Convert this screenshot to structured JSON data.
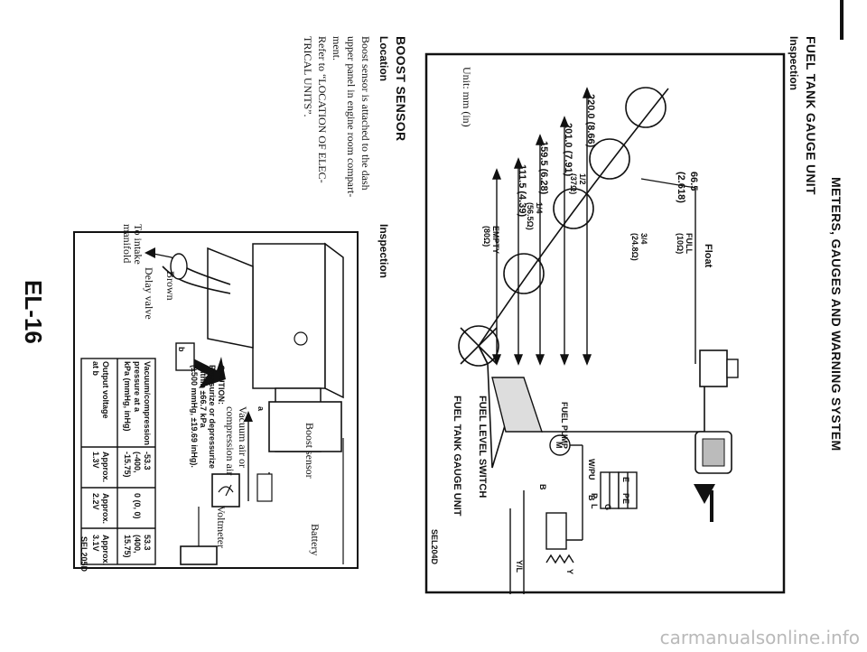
{
  "header": {
    "title": "METERS, GAUGES AND WARNING SYSTEM",
    "section": "FUEL TANK GAUGE UNIT",
    "subsection": "Inspection"
  },
  "fuel_diagram": {
    "unit_label": "Unit: mm (in)",
    "dims": [
      "220.0 (8.66)",
      "201.0 (7.91)",
      "159.5 (6.28)",
      "111.5 (4.39)",
      "66.5",
      "(2.618)"
    ],
    "float_label": "Float",
    "positions": [
      {
        "name": "FULL",
        "value": "(10Ω)"
      },
      {
        "name": "3/4",
        "value": "(24.8Ω)"
      },
      {
        "name": "1/2",
        "value": "(37Ω)"
      },
      {
        "name": "1/4",
        "value": "(56.5Ω)"
      },
      {
        "name": "EMPTY",
        "value": "(80Ω)"
      }
    ],
    "fuel_level_switch": "FUEL LEVEL SWITCH",
    "gauge_unit": "FUEL TANK GAUGE UNIT",
    "fuel_pump": "FUEL PUMP",
    "pump_symbol": "M",
    "wires": [
      "W/PU",
      "B",
      "B",
      "Y/L",
      "Y"
    ],
    "connector": [
      "P",
      "L",
      "G",
      "E",
      "PE"
    ],
    "code": "SEL204D"
  },
  "boost": {
    "title": "BOOST SENSOR",
    "location_head": "Location",
    "body_lines": [
      "Boost sensor is attached to the dash",
      "upper panel in engine room compart-",
      "ment.",
      "Refer to “LOCATION OF ELEC-",
      "TRICAL UNITS”."
    ],
    "inspection_head": "Inspection"
  },
  "boost_diagram": {
    "brown": "Brown",
    "delay_valve": "Delay valve",
    "to_intake": "To intake",
    "manifold": "manifold",
    "vacuum_label": "Vacuum air or",
    "vacuum_label2": "compression air",
    "caution_lines": [
      "CAUTION:",
      "Pressurize or depressurize",
      "within ±66.7 kPa",
      "(±500 mmHg, ±19.69 inHg)."
    ],
    "boost_sensor": "Boost sensor",
    "voltmeter": "Voltmeter",
    "battery": "Battery",
    "pin_a": "a",
    "pin_b": "b",
    "table": {
      "rows": [
        {
          "label": [
            "Vacuum/compression",
            "pressure at a",
            "kPa (mmHg, inHg)"
          ],
          "cells": [
            [
              "-53.3",
              "(-400,",
              "-15.75)"
            ],
            [
              "0 (0, 0)"
            ],
            [
              "53.3",
              "(400,",
              "15.75)"
            ]
          ]
        },
        {
          "label": [
            "Output voltage",
            "at b"
          ],
          "cells": [
            [
              "Approx.",
              "1.3V"
            ],
            [
              "Approx.",
              "2.2V"
            ],
            [
              "Approx.",
              "3.1V"
            ]
          ]
        }
      ]
    },
    "code": "SEL205D"
  },
  "page_number": "EL-16",
  "watermark": "carmanualsonline.info"
}
